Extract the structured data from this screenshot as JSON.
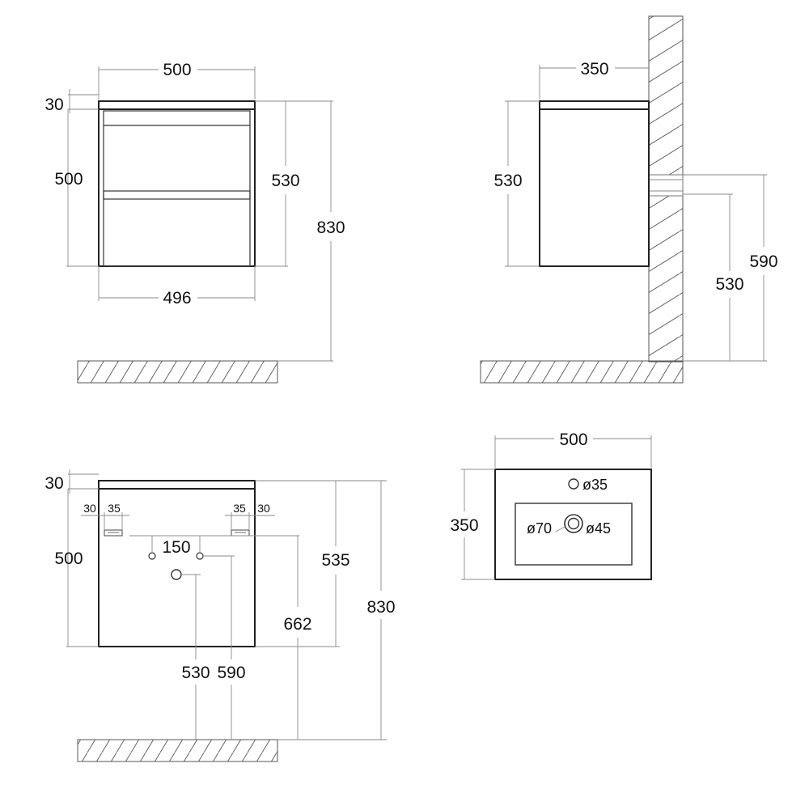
{
  "front_view": {
    "width_top": "500",
    "top_thickness": "30",
    "body_height": "500",
    "cabinet_height": "530",
    "total_height": "830",
    "width_bottom": "496"
  },
  "side_view": {
    "depth": "350",
    "cabinet_height": "530",
    "pipe_height_outer": "590",
    "pipe_height_inner": "530"
  },
  "back_view": {
    "top_thickness": "30",
    "offset_left_a": "30",
    "offset_left_b": "35",
    "offset_right_a": "35",
    "offset_right_b": "30",
    "hole_spacing": "150",
    "body_height": "500",
    "bracket_height": "535",
    "mount_height": "662",
    "total_height": "830",
    "drain_height": "530",
    "supply_height": "590"
  },
  "top_view": {
    "width": "500",
    "depth": "350",
    "tap_hole": "ø35",
    "drain_outer": "ø70",
    "drain_inner": "ø45"
  }
}
